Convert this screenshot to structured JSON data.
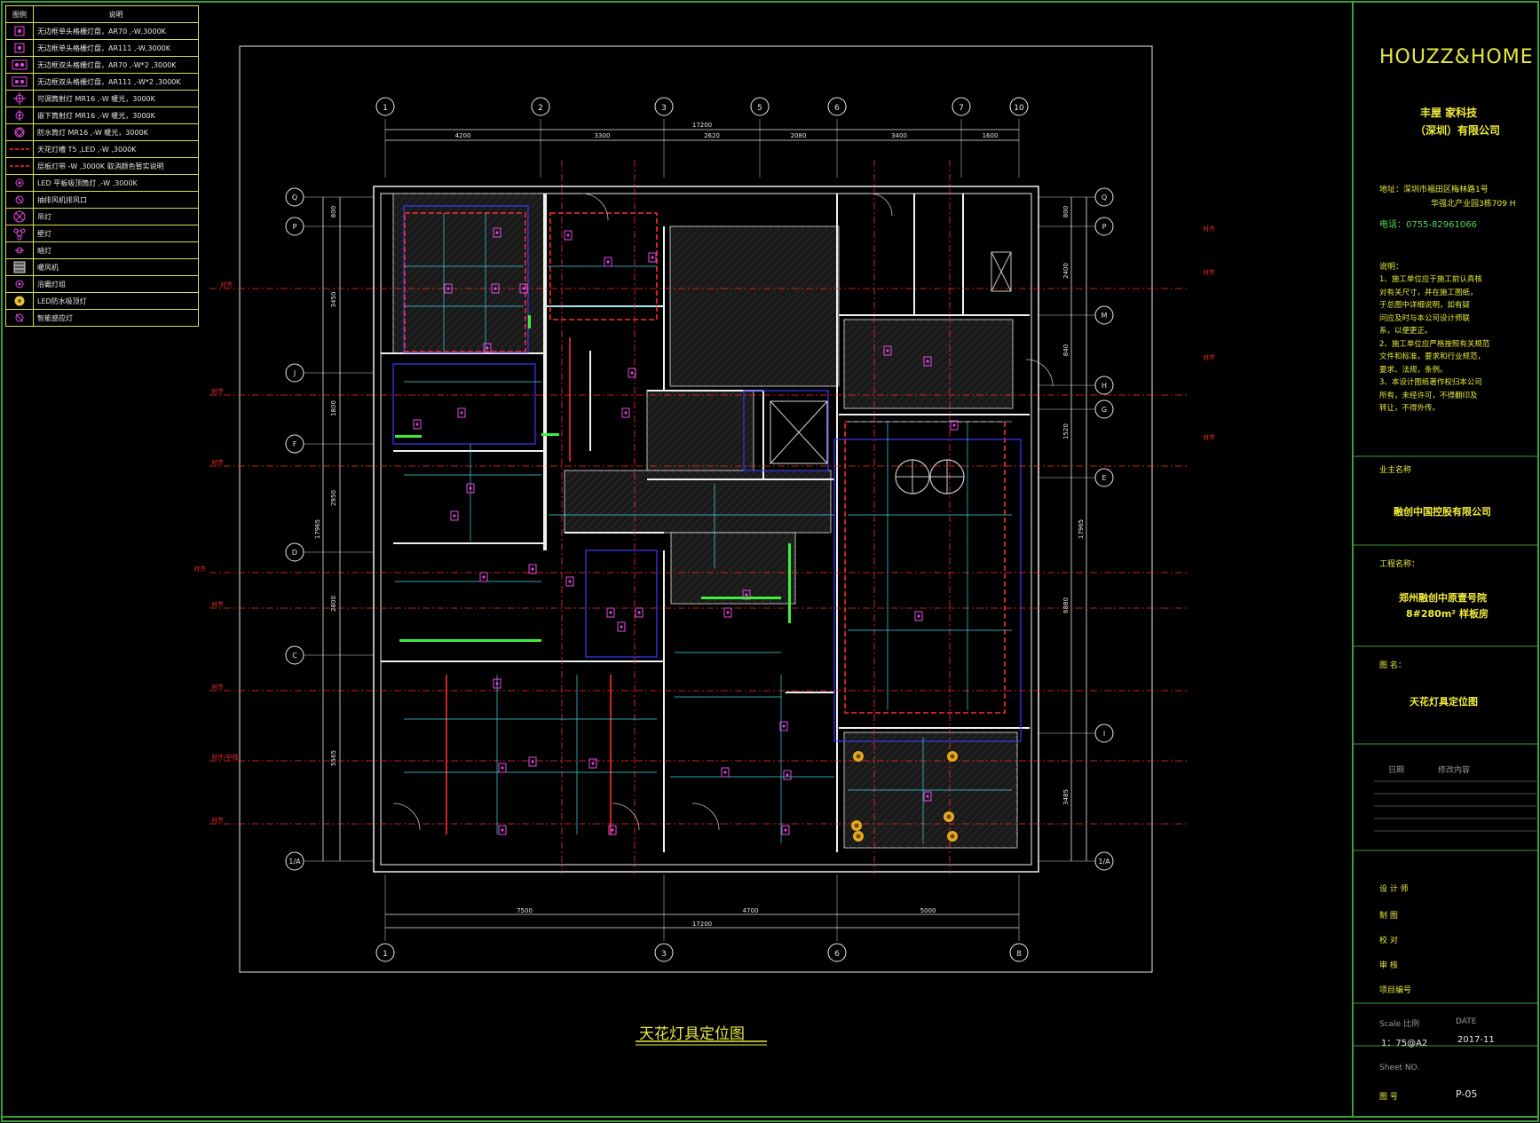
{
  "legend": {
    "header": [
      "图例",
      "说明"
    ],
    "items": [
      {
        "icon": "single-recessed-spot-icon",
        "text": "无边框单头格栅灯盘，AR70 ,-W,3000K"
      },
      {
        "icon": "single-recessed-spot-icon",
        "text": "无边框单头格栅灯盘，AR111 ,-W,3000K"
      },
      {
        "icon": "double-recessed-spot-icon",
        "text": "无边框双头格栅灯盘，AR70 ,-W*2 ,3000K"
      },
      {
        "icon": "double-recessed-spot-icon",
        "text": "无边框双头格栅灯盘，AR111 ,-W*2 ,3000K"
      },
      {
        "icon": "adjustable-downlight-icon",
        "text": "可调筒射灯 MR16 ,-W 暖光，3000K"
      },
      {
        "icon": "recessed-downlight-icon",
        "text": "嵌下筒射灯 MR16 ,-W 暖光，3000K"
      },
      {
        "icon": "anti-glare-downlight-icon",
        "text": "防水筒灯 MR16 ,-W 暖光，3000K"
      },
      {
        "icon": "red-dash-line-icon",
        "text": "天花灯槽 T5 ,LED ,-W ,3000K"
      },
      {
        "icon": "red-dash-line-icon",
        "text": "层板灯带 -W ,3000K  取消颜色暂实说明"
      },
      {
        "icon": "led-panel-icon",
        "text": "LED 平板吸顶筒灯 ,-W ,3000K"
      },
      {
        "icon": "ceiling-exhaust-icon",
        "text": "抽排风机排风口"
      },
      {
        "icon": "pendant-icon",
        "text": "吊灯"
      },
      {
        "icon": "wall-lamp-icon",
        "text": "壁灯"
      },
      {
        "icon": "sconce-icon",
        "text": "暗灯"
      },
      {
        "icon": "heater-icon",
        "text": "暖风机"
      },
      {
        "icon": "bath-heater-icon",
        "text": "浴霸灯组"
      },
      {
        "icon": "led-ceiling-icon",
        "text": "LED防水吸顶灯"
      },
      {
        "icon": "sensor-light-icon",
        "text": "智能感应灯"
      }
    ]
  },
  "drawing": {
    "top_axis_labels": [
      "1",
      "2",
      "3",
      "5",
      "6",
      "7",
      "10"
    ],
    "top_dims": [
      "4200",
      "3300",
      "2620",
      "2080",
      "3400",
      "1600"
    ],
    "top_total": "17200",
    "bottom_axis_labels": [
      "1",
      "3",
      "6",
      "8"
    ],
    "bottom_dims": [
      "7500",
      "4700",
      "5000"
    ],
    "bottom_total": "17200",
    "left_axis_labels": [
      "Q",
      "P",
      "J",
      "F",
      "D",
      "C",
      "1/A"
    ],
    "right_axis_labels": [
      "Q",
      "P",
      "M",
      "H",
      "G",
      "E",
      "I",
      "1/A"
    ],
    "left_dims": [
      "800",
      "3450",
      "1800",
      "2950",
      "2800",
      "5565"
    ],
    "left_total": "17965",
    "right_dims": [
      "800",
      "2400",
      "840",
      "1520",
      "6880",
      "3485"
    ],
    "right_total": "17965",
    "room_notes": [
      "对齐",
      "对齐",
      "对齐",
      "对齐",
      "对齐",
      "对齐",
      "对齐/中线",
      "对齐",
      "对齐",
      "对齐",
      "对齐",
      "对齐"
    ],
    "title": "天花灯具定位图"
  },
  "title_block": {
    "brand": "HOUZZ&HOME",
    "company_line1": "丰屋  家科技",
    "company_line2": "（深圳）有限公司",
    "address_line1": "地址：深圳市福田区梅林路1号",
    "address_line2": "华强北产业园3栋709 H",
    "phone": "电话：0755-82961066",
    "notes_title": "说明：",
    "notes": [
      "1、施工单位应于施工前认真核",
      "对有关尺寸，并在施工图纸，",
      "于总图中详细说明，如有疑",
      "问应及时与本公司设计师联",
      "系，以便更正。",
      "2、施工单位应严格按照有关规范",
      "文件和标准，要求和行业规范，",
      "要求、法规，条例。",
      "3、本设计图纸著作权归本公司",
      "所有，未经许可，不得翻印及",
      "转让，不得外传。"
    ],
    "client_label": "业主名称",
    "client": "融创中国控股有限公司",
    "project_label": "工程名称：",
    "project_line1": "郑州融创中原壹号院",
    "project_line2": "8#280m² 样板房",
    "drawing_label": "图  名：",
    "drawing_name": "天花灯具定位图",
    "rev_headers": [
      "日期",
      "修改内容"
    ],
    "signoffs": [
      "设 计 师",
      "制    图",
      "校    对",
      "审    核",
      "项目编号"
    ],
    "scale_label": "Scale  比例",
    "date_label": "DATE",
    "scale_value": "1：75@A2",
    "date_value": "2017-11",
    "sheet_label": "Sheet NO.",
    "sheet_label2": "图    号",
    "sheet_value": "P-05"
  },
  "colors": {
    "wall": "#f0f0f0",
    "axis_circle": "#e8e8e8",
    "dim": "#e8e8e8",
    "red_line": "#ff2a2a",
    "magenta": "#e84ae8",
    "cyan": "#3ed8e8",
    "green": "#3ef03e",
    "blue": "#3a3aff",
    "yellow": "#e8ea3a",
    "frame_green": "#39a039"
  }
}
